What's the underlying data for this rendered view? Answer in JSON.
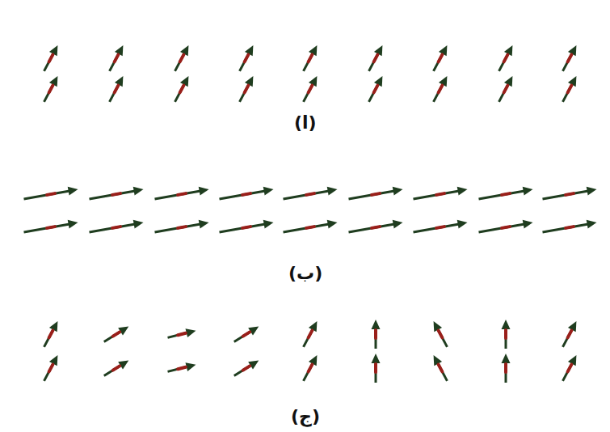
{
  "diagram": {
    "labels": [
      "(ا)",
      "(ب)",
      "(ج)"
    ]
  }
}
